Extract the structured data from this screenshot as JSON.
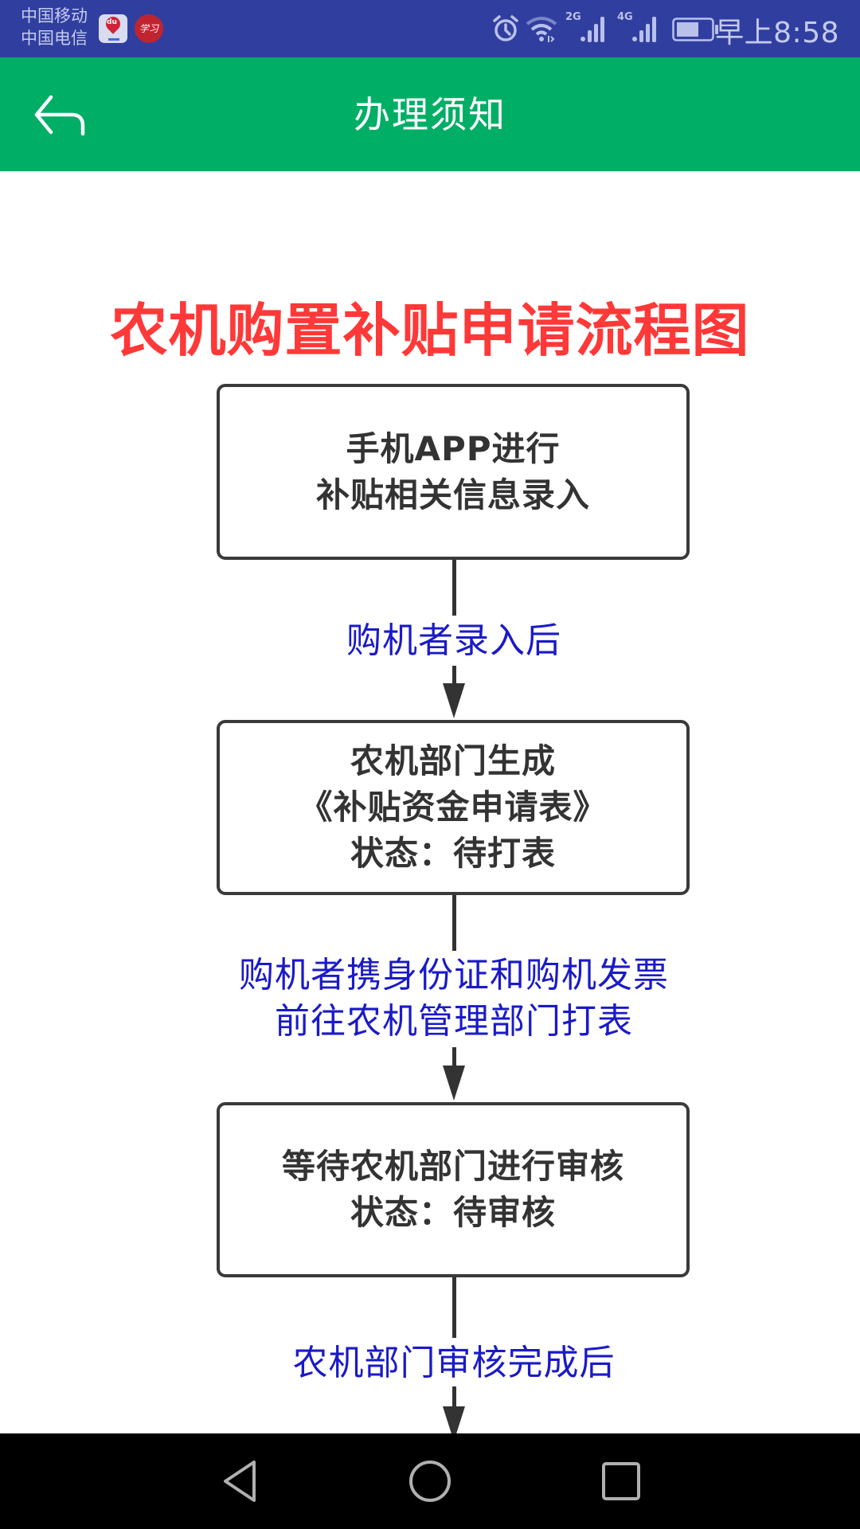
{
  "status_bar": {
    "carriers": [
      "中国移动",
      "中国电信"
    ],
    "app_icons": [
      "baidu-maps-icon",
      "xuexi-qiangguo-icon"
    ],
    "baidu_icon_text": "du",
    "xuexi_icon_text": "学习",
    "signal_1_label": "2G",
    "signal_2_label": "4G",
    "battery_level_percent": 55,
    "time": "早上8:58"
  },
  "toolbar": {
    "title": "办理须知",
    "back_icon": "back-arrow-icon",
    "background_color": "#00AE66"
  },
  "flowchart": {
    "title": "农机购置补贴申请流程图",
    "title_color": "#FF3838",
    "label_color": "#1A1AC8",
    "steps": [
      {
        "lines": [
          "手机APP进行",
          "补贴相关信息录入"
        ]
      },
      {
        "lines": [
          "农机部门生成",
          "《补贴资金申请表》",
          "状态：待打表"
        ]
      },
      {
        "lines": [
          "等待农机部门进行审核",
          "状态：待审核"
        ]
      }
    ],
    "transitions": [
      {
        "lines": [
          "购机者录入后"
        ]
      },
      {
        "lines": [
          "购机者携身份证和购机发票",
          "前往农机管理部门打表"
        ]
      },
      {
        "lines": [
          "农机部门审核完成后"
        ]
      }
    ]
  },
  "nav_bar": {
    "buttons": [
      "back",
      "home",
      "recents"
    ]
  }
}
